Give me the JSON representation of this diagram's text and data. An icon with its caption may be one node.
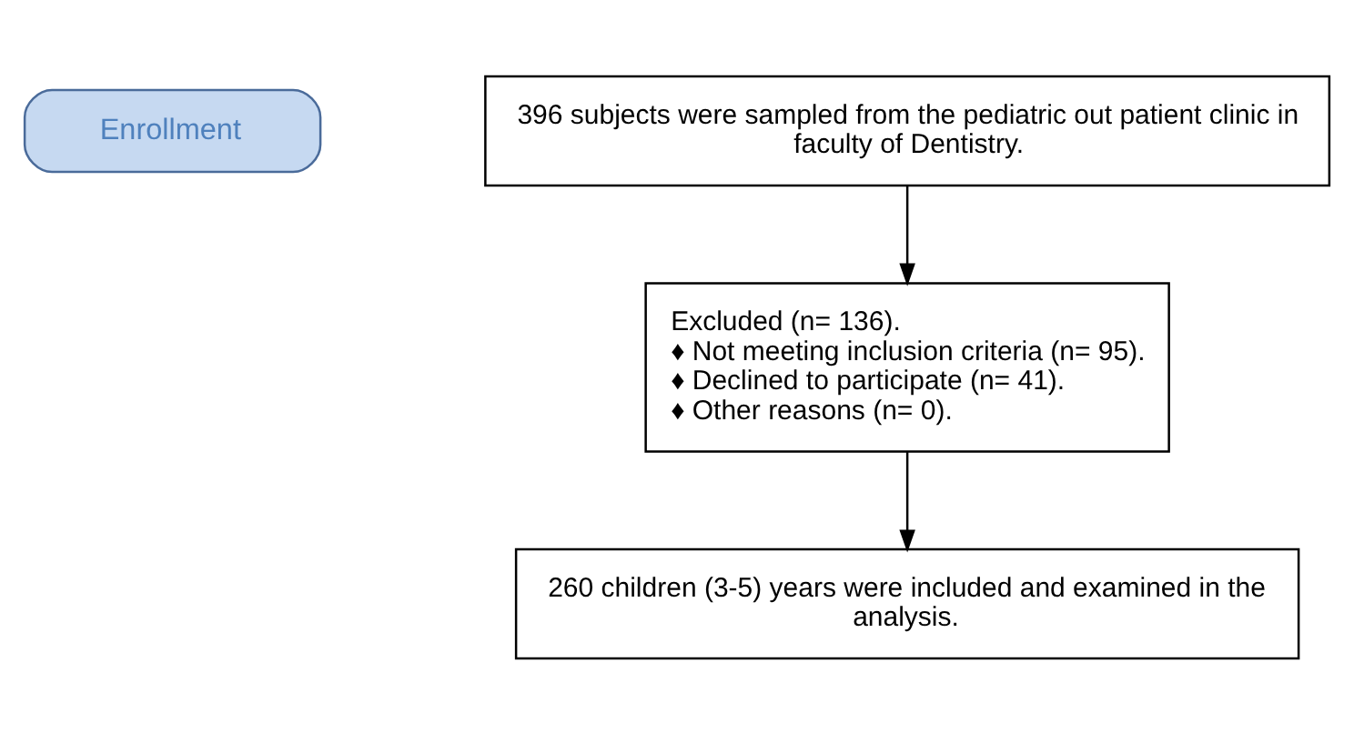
{
  "diagram": {
    "nodes": [
      {
        "text": [
          "Enrollment"
        ]
      },
      {
        "text": [
          "396 subjects were sampled from the pediatric out patient clinic in faculty of Dentistry."
        ]
      },
      {
        "text": [
          "Excluded (n= 136).",
          "♦ Not meeting inclusion criteria (n= 95).",
          "♦ Declined to participate (n= 41).",
          "♦ Other reasons (n= 0)."
        ]
      },
      {
        "text": [
          "260 children (3-5) years were included and examined in the analysis."
        ]
      }
    ],
    "edges": [
      {
        "from": 1,
        "to": 2,
        "arrow": "to"
      },
      {
        "from": 2,
        "to": 3,
        "arrow": "to"
      }
    ]
  }
}
